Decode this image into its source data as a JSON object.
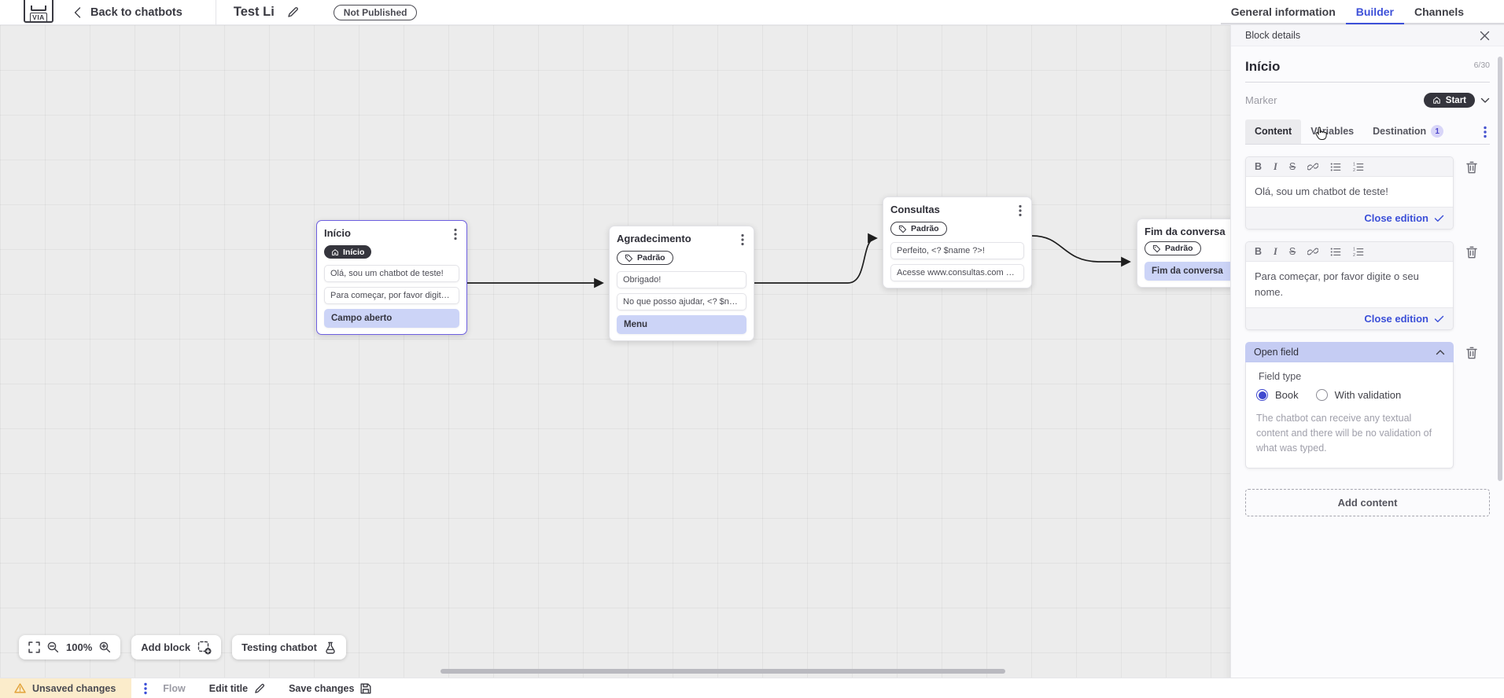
{
  "topbar": {
    "logo_text": "VIA",
    "back_label": "Back to chatbots",
    "title": "Test Li",
    "status_badge": "Not Published",
    "tabs": {
      "general": "General information",
      "builder": "Builder",
      "channels": "Channels"
    }
  },
  "canvas": {
    "blocks": {
      "inicio": {
        "title": "Início",
        "marker": "Início",
        "messages": [
          "Olá, sou um chatbot de teste!",
          "Para começar, por favor digite o ..."
        ],
        "action": "Campo aberto"
      },
      "agradecimento": {
        "title": "Agradecimento",
        "marker": "Padrão",
        "messages": [
          "Obrigado!",
          "No que posso ajudar, <? $name ..."
        ],
        "action": "Menu"
      },
      "consultas": {
        "title": "Consultas",
        "marker": "Padrão",
        "messages": [
          "Perfeito, <? $name ?>!",
          "Acesse www.consultas.com par..."
        ]
      },
      "fim": {
        "title": "Fim da conversa",
        "marker": "Padrão",
        "action": "Fim da conversa"
      }
    },
    "controls": {
      "zoom_level": "100%",
      "add_block_label": "Add block",
      "testing_label": "Testing chatbot"
    }
  },
  "panel": {
    "header_title": "Block details",
    "block_name": "Início",
    "name_counter": "6/30",
    "marker_label": "Marker",
    "marker_value": "Start",
    "tabs": {
      "content": "Content",
      "variables": "Variables",
      "destination": "Destination",
      "destination_count": "1"
    },
    "toolbar": {
      "bold": "B",
      "italic": "I",
      "strikethrough": "S"
    },
    "editors": [
      {
        "text": "Olá, sou um chatbot de teste!"
      },
      {
        "text": "Para começar, por favor digite o seu nome."
      }
    ],
    "close_edition_label": "Close edition",
    "open_field": {
      "title": "Open field",
      "field_type_label": "Field type",
      "option_book": "Book",
      "option_validation": "With validation",
      "description": "The chatbot can receive any textual content and there will be no validation of what was typed."
    },
    "add_content_label": "Add content"
  },
  "bottombar": {
    "unsaved_label": "Unsaved changes",
    "flow_label": "Flow",
    "edit_title_label": "Edit title",
    "save_label": "Save changes"
  },
  "colors": {
    "accent_blue": "#3d50d8",
    "selected_block_border": "#6d5fe0",
    "row_highlight": "#ccd4f7",
    "open_field_header": "#c5ccf3",
    "dark_pill": "#35353d",
    "warning_bg": "#fbeccb",
    "warning_icon": "#e2a33b",
    "canvas_bg": "#ececec"
  }
}
